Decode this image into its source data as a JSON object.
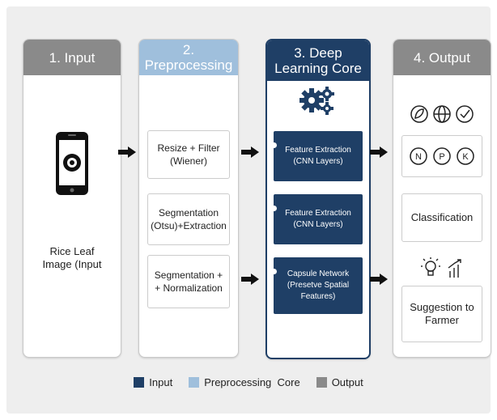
{
  "colors": {
    "input_header": "#8a8a8a",
    "preprocessing_header": "#9fbfdc",
    "core_header": "#1f3f66",
    "output_header": "#8a8a8a",
    "core_box": "#1f3f66",
    "arrow": "#111111"
  },
  "panels": {
    "input": {
      "title": "1. Input",
      "icon": "smartphone-camera-icon",
      "label": "Rice Leaf Image (Input"
    },
    "preprocessing": {
      "title": "2. Preprocessing",
      "steps": [
        "Resize + Filter (Wiener)",
        "Segmentation (Otsu)+Extraction",
        "Segmentation + + Normalization"
      ]
    },
    "core": {
      "title": "3. Deep Learning Core",
      "icon": "gears-icon",
      "steps": [
        "Feature Extraction (CNN Layers)",
        "Feature Extraction (CNN Layers)",
        "Capsule Network (Presetve Spatial Features)"
      ]
    },
    "output": {
      "title": "4. Output",
      "icons_row1": [
        "leaf-icon",
        "globe-icon",
        "check-icon"
      ],
      "npk": [
        "N",
        "P",
        "K"
      ],
      "classification": "Classification",
      "icons_row2": [
        "lightbulb-icon",
        "growth-chart-icon"
      ],
      "suggestion": "Suggestion to Farmer"
    }
  },
  "legend": {
    "items": [
      {
        "label": "Input",
        "color": "#1f3f66"
      },
      {
        "label": "Preprocessing  Core",
        "color": "#9fbfdc"
      },
      {
        "label": "Output",
        "color": "#8a8a8a"
      }
    ]
  }
}
